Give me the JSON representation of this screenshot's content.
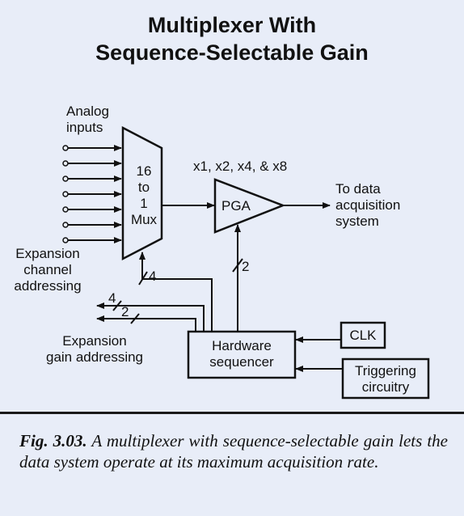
{
  "title": {
    "line1": "Multiplexer With",
    "line2": "Sequence-Selectable Gain"
  },
  "labels": {
    "analog_inputs_1": "Analog",
    "analog_inputs_2": "inputs",
    "mux_1": "16",
    "mux_2": "to",
    "mux_3": "1",
    "mux_4": "Mux",
    "gain_options": "x1, x2, x4, & x8",
    "pga": "PGA",
    "output_1": "To data",
    "output_2": "acquisition",
    "output_3": "system",
    "expansion_channel_1": "Expansion",
    "expansion_channel_2": "channel",
    "expansion_channel_3": "addressing",
    "expansion_gain_1": "Expansion",
    "expansion_gain_2": "gain addressing",
    "bus_4_mux": "4",
    "bus_2_pga": "2",
    "bus_4_exp": "4",
    "bus_2_exp": "2",
    "sequencer_1": "Hardware",
    "sequencer_2": "sequencer",
    "clk": "CLK",
    "trigger_1": "Triggering",
    "trigger_2": "circuitry"
  },
  "caption": {
    "fig": "Fig. 3.03.",
    "text": "A multiplexer with sequence-selectable gain lets the data system operate at its maximum acquisition rate."
  }
}
